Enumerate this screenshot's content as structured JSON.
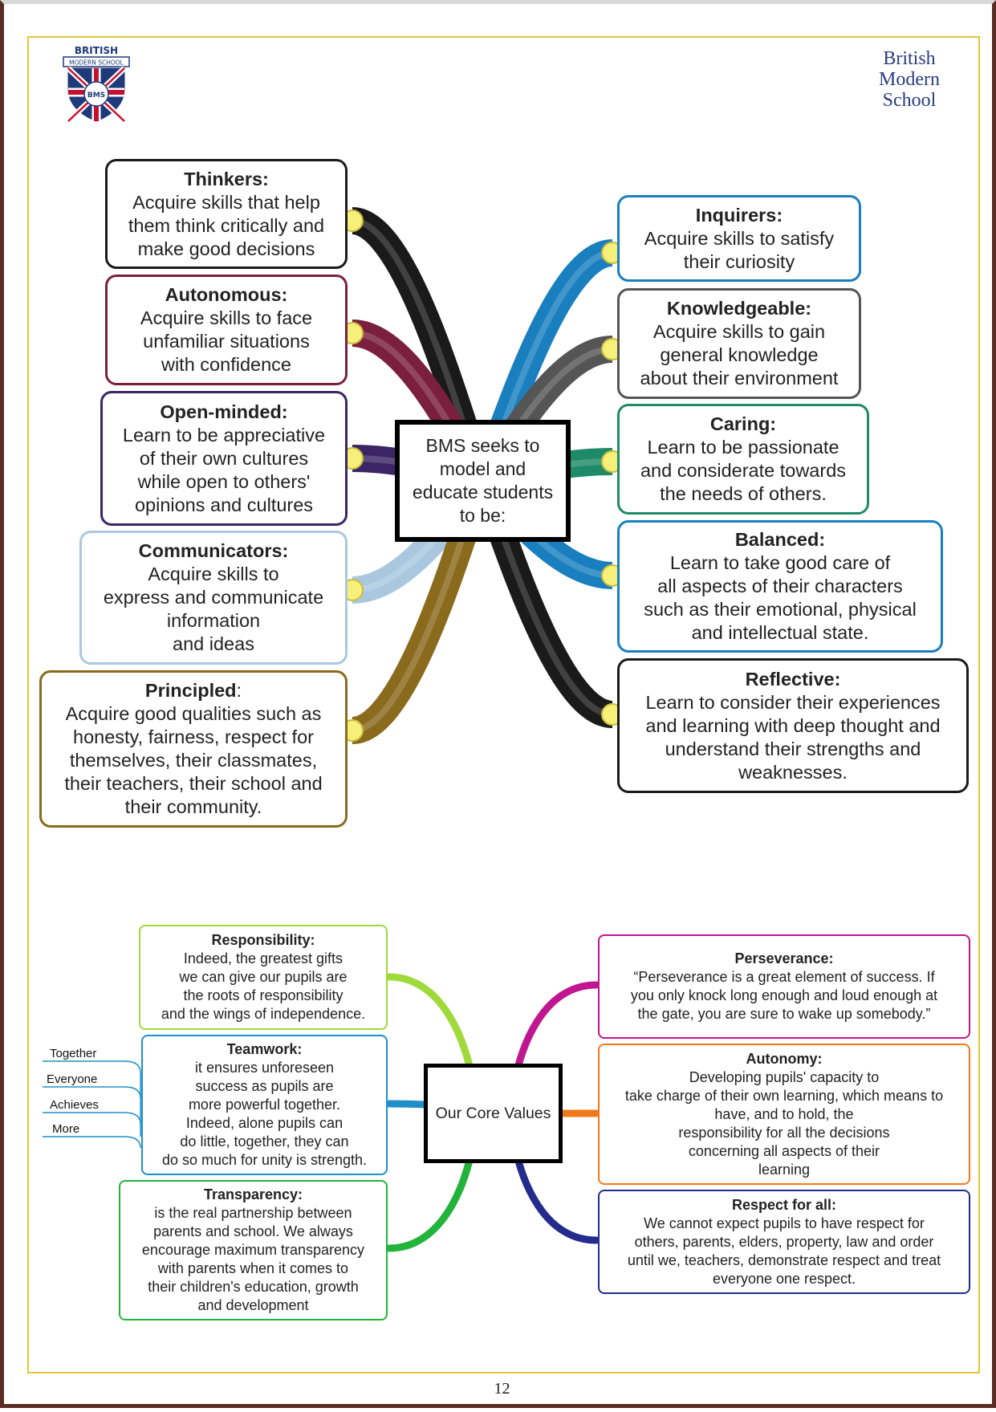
{
  "header": {
    "brand": "British\nModern\nSchool",
    "logo_text_top": "BRITISH",
    "logo_text_band": "MODERN SCHOOL",
    "logo_text_seal": "BMS"
  },
  "attributes": {
    "center": "BMS seeks to\nmodel and\neducate students\nto be:",
    "left": [
      {
        "title": "Thinkers:",
        "body": "Acquire skills that help\nthem think critically and\nmake good decisions",
        "color": "#1a1a1a"
      },
      {
        "title": "Autonomous:",
        "body": "Acquire skills to face\nunfamiliar situations\nwith confidence",
        "color": "#7a1f3d"
      },
      {
        "title": "Open-minded:",
        "body": "Learn to be appreciative\nof their own cultures\nwhile open to others'\nopinions and cultures",
        "color": "#3b2566"
      },
      {
        "title": "Communicators:",
        "body": "Acquire skills to\nexpress and communicate\ninformation\nand ideas",
        "color": "#a9c8df"
      },
      {
        "title": "Principled",
        "title_suffix": ":",
        "body": "Acquire good qualities such as\nhonesty, fairness, respect for\nthemselves, their classmates,\ntheir teachers, their school and\ntheir community.",
        "color": "#8a6a1c"
      }
    ],
    "right": [
      {
        "title": "Inquirers:",
        "body": "Acquire skills to satisfy\ntheir curiosity",
        "color": "#1a7fbf"
      },
      {
        "title": "Knowledgeable:",
        "body": "Acquire skills to gain\ngeneral knowledge\nabout their environment",
        "color": "#555555"
      },
      {
        "title": "Caring:",
        "body": "Learn to be passionate\nand considerate towards\nthe needs of others.",
        "color": "#1f8a67"
      },
      {
        "title": "Balanced:",
        "body": "Learn to take good care of\nall aspects of their characters\nsuch as their emotional, physical\nand intellectual state.",
        "color": "#1a7fbf"
      },
      {
        "title": "Reflective:",
        "body": "Learn to consider their experiences\nand learning with deep thought and\nunderstand their strengths and\nweaknesses.",
        "color": "#1a1a1a"
      }
    ]
  },
  "core_values": {
    "center": "Our Core Values",
    "left": [
      {
        "title": "Responsibility:",
        "body": "Indeed, the greatest gifts\nwe can give our pupils are\nthe roots of responsibility\nand the wings of independence.",
        "color": "#9fd93a"
      },
      {
        "title": "Teamwork:",
        "body": "it ensures unforeseen\nsuccess as pupils are\nmore powerful together.\nIndeed, alone pupils can\ndo little, together, they can\ndo so much for unity is strength.",
        "color": "#1f8fc9"
      },
      {
        "title": "Transparency:",
        "body": "is the real partnership between\nparents and school. We always\nencourage maximum transparency\nwith parents when it comes to\ntheir children's education, growth\nand development",
        "color": "#22b33a"
      }
    ],
    "right": [
      {
        "title": "Perseverance:",
        "body": "“Perseverance is a great element of success. If\nyou only knock long enough and loud enough at\nthe gate, you are sure to wake up somebody.”",
        "color": "#c0168f"
      },
      {
        "title": "Autonomy:",
        "body": "Developing pupils' capacity to\ntake charge of their own learning, which means to\nhave, and to hold, the\nresponsibility for all the decisions\nconcerning all aspects of their\nlearning",
        "color": "#f07a1a"
      },
      {
        "title": "Respect for all:",
        "body": "We cannot expect pupils to have respect for\nothers, parents, elders, property, law and order\nuntil we, teachers, demonstrate respect and treat\neveryone one respect.",
        "color": "#232b8c"
      }
    ],
    "teamwork_tags": [
      "Together",
      "Everyone",
      "Achieves",
      "More"
    ]
  },
  "footer": {
    "page_number": "12"
  },
  "colors": {
    "frame": "#e6c436",
    "page_border": "#5a2d24",
    "brand_text": "#2a3b80"
  }
}
